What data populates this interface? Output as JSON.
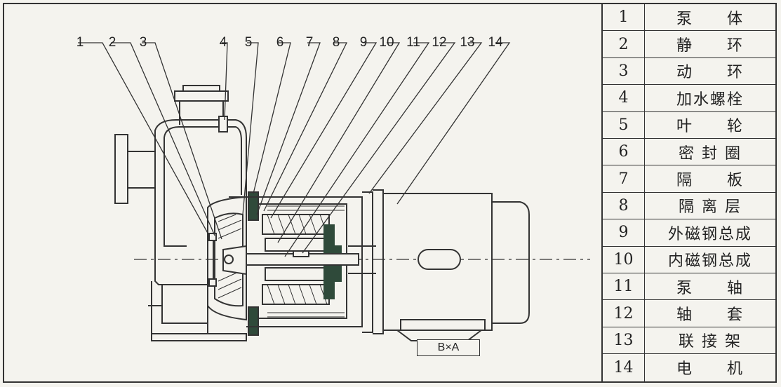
{
  "callouts": [
    "1",
    "2",
    "3",
    "4",
    "5",
    "6",
    "7",
    "8",
    "9",
    "10",
    "11",
    "12",
    "13",
    "14"
  ],
  "view_label": "B×A",
  "parts": [
    {
      "num": "1",
      "name": "泵　　体"
    },
    {
      "num": "2",
      "name": "静　　环"
    },
    {
      "num": "3",
      "name": "动　　环"
    },
    {
      "num": "4",
      "name": "加水螺栓"
    },
    {
      "num": "5",
      "name": "叶　　轮"
    },
    {
      "num": "6",
      "name": "密 封 圈"
    },
    {
      "num": "7",
      "name": "隔　　板"
    },
    {
      "num": "8",
      "name": "隔 离 层"
    },
    {
      "num": "9",
      "name": "外磁钢总成"
    },
    {
      "num": "10",
      "name": "内磁钢总成"
    },
    {
      "num": "11",
      "name": "泵　　轴"
    },
    {
      "num": "12",
      "name": "轴　　套"
    },
    {
      "num": "13",
      "name": "联 接 架"
    },
    {
      "num": "14",
      "name": "电　　机"
    }
  ]
}
